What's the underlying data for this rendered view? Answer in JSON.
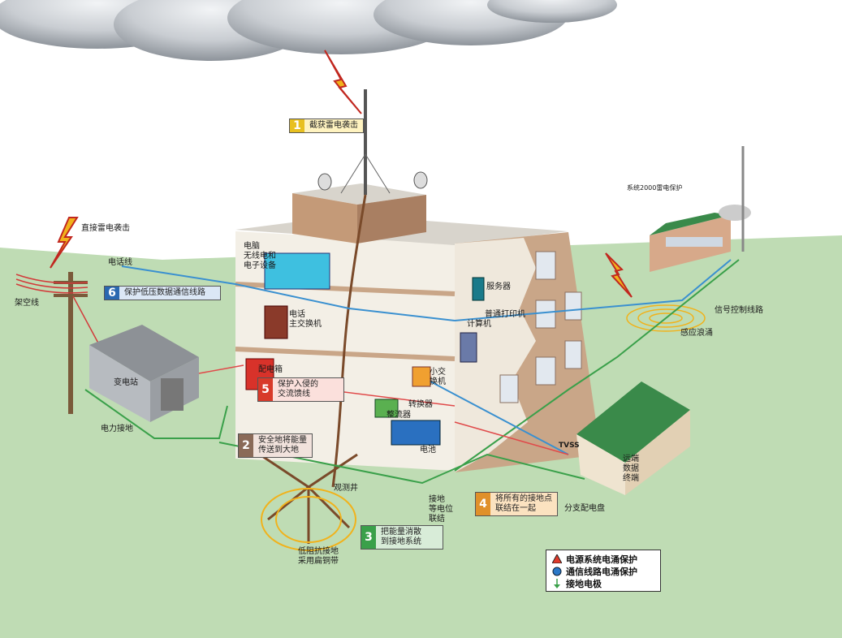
{
  "labels": {
    "direct_strike": "直接雷电袭击",
    "phone_line": "电话线",
    "overhead_line": "架空线",
    "substation": "变电站",
    "power_ground": "电力接地",
    "computer_wireless": "电脑\n无线电和\n电子设备",
    "server": "服务器",
    "printer": "普通打印机",
    "computer": "计算机",
    "phone_switch": "电话\n主交换机",
    "small_switch": "小交\n换机",
    "distribution_box": "配电箱",
    "converter": "转换器",
    "rectifier": "整流器",
    "battery": "电池",
    "inspection_well": "观测井",
    "low_res_ground": "低阻抗接地\n采用扁铜带",
    "equipotential": "接地\n等电位\n联结",
    "tvss": "TVSS",
    "branch_panel": "分支配电盘",
    "remote_terminal": "远端\n数据\n终端",
    "system2000": "系统2000雷电保护",
    "signal_line": "信号控制线路",
    "induced_surge": "感应浪涌"
  },
  "callouts": [
    {
      "num": "1",
      "text": "截获雷电袭击",
      "color": "#e8c020"
    },
    {
      "num": "2",
      "text": "安全地将能量\n传送到大地",
      "color": "#8a6a58"
    },
    {
      "num": "3",
      "text": "把能量消散\n到接地系统",
      "color": "#3aa04a"
    },
    {
      "num": "4",
      "text": "将所有的接地点\n联结在一起",
      "color": "#e0902a"
    },
    {
      "num": "5",
      "text": "保护入侵的\n交流馈线",
      "color": "#d83a2a"
    },
    {
      "num": "6",
      "text": "保护低压数据通信线路",
      "color": "#2a68b0"
    }
  ],
  "legend": [
    {
      "icon": "power-surge-triangle-icon",
      "text": "电源系统电涌保护"
    },
    {
      "icon": "comm-surge-circle-icon",
      "text": "通信线路电涌保护"
    },
    {
      "icon": "ground-electrode-arrow-icon",
      "text": "接地电极"
    }
  ]
}
